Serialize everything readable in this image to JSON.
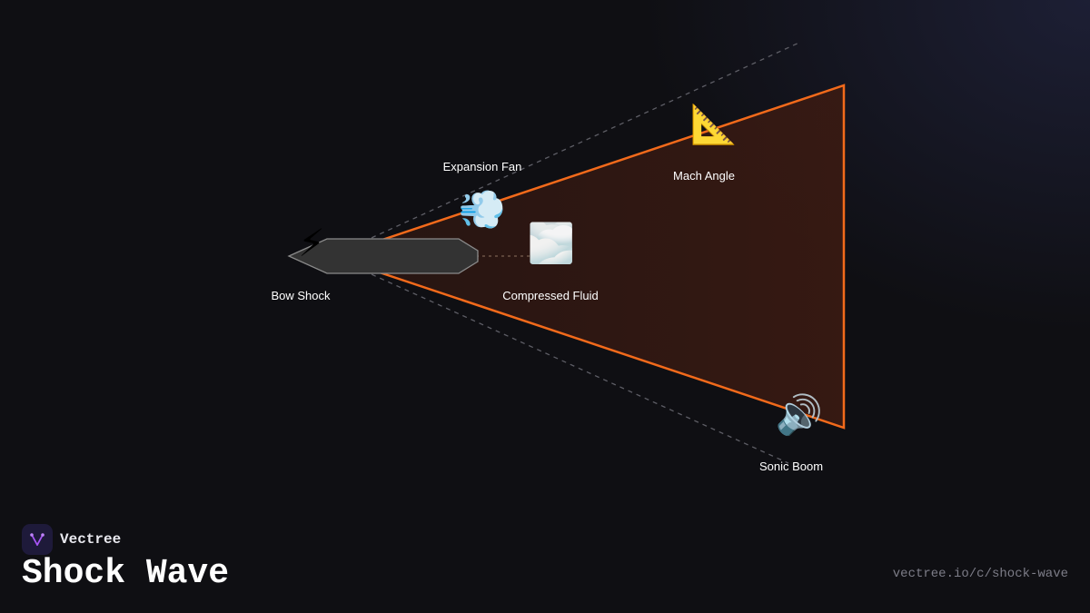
{
  "brand": {
    "name": "Vectree",
    "logo_icon": "vectree-logo-icon"
  },
  "diagram": {
    "title": "Shock Wave",
    "url": "vectree.io/c/shock-wave",
    "colors": {
      "cone_stroke": "#f26a1b",
      "cone_fill": "#3a1a12",
      "body_fill": "#333333",
      "body_stroke": "#8a8a8a",
      "guide": "#5a5a5a"
    },
    "nodes": [
      {
        "id": "bow-shock",
        "label": "Bow Shock",
        "icon": "lightning-icon",
        "glyph": "⚡"
      },
      {
        "id": "expansion-fan",
        "label": "Expansion Fan",
        "icon": "dash-wind-icon",
        "glyph": "💨"
      },
      {
        "id": "compressed-fluid",
        "label": "Compressed Fluid",
        "icon": "fog-cloud-icon",
        "glyph": "🌫️"
      },
      {
        "id": "mach-angle",
        "label": "Mach Angle",
        "icon": "triangular-ruler-icon",
        "glyph": "📐"
      },
      {
        "id": "sonic-boom",
        "label": "Sonic Boom",
        "icon": "speaker-loud-icon",
        "glyph": "🔊"
      }
    ]
  }
}
